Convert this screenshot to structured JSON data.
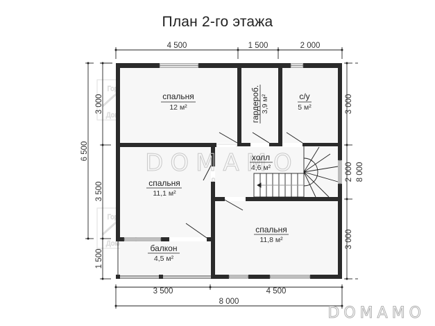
{
  "title": "План 2-го этажа",
  "watermark": {
    "center": "DOMAMO",
    "corner": "DOMAMO",
    "stamp_lines": [
      "Город",
      "Домов"
    ]
  },
  "dimensions": {
    "top": [
      "4 500",
      "1 500",
      "2 000"
    ],
    "bottom_segments": [
      "3 500",
      "4 500"
    ],
    "bottom_total": "8 000",
    "left_inner": [
      "3 000",
      "3 500",
      "1 500"
    ],
    "left_outer": "6 500",
    "right_inner": [
      "3 000",
      "2 000",
      "3 000"
    ],
    "right_outer": "8 000"
  },
  "rooms": [
    {
      "name": "спальня",
      "area": "12 м²"
    },
    {
      "name": "гардероб.",
      "area": "3,9 м²"
    },
    {
      "name": "с/у",
      "area": "5 м²"
    },
    {
      "name": "холл",
      "area": "4,6 м²"
    },
    {
      "name": "спальня",
      "area": "11,1 м²"
    },
    {
      "name": "балкон",
      "area": "4,5 м²"
    },
    {
      "name": "спальня",
      "area": "11,8 м²"
    }
  ],
  "colors": {
    "wall": "#2b2b2b",
    "line": "#222222",
    "watermark": "#c9c9c9"
  }
}
